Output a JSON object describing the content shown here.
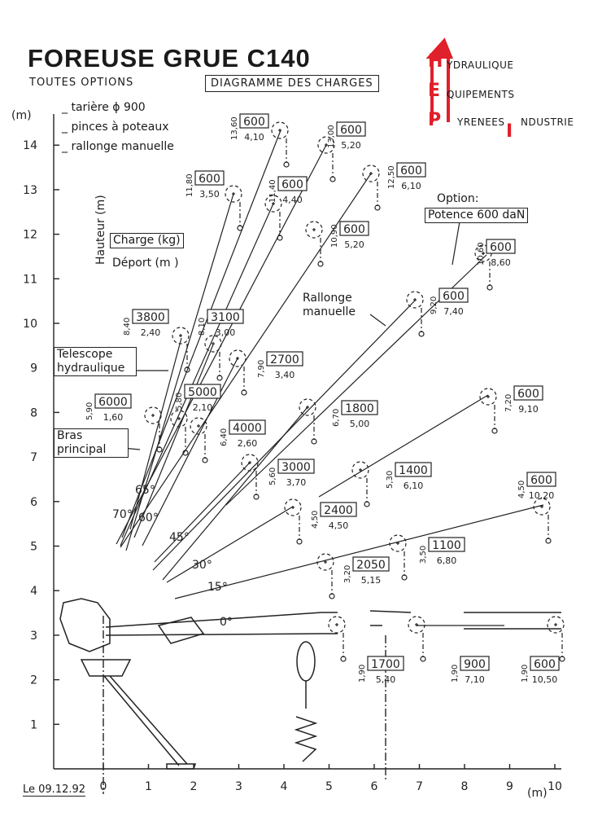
{
  "header": {
    "title": "FOREUSE GRUE C140",
    "subtitle": "TOUTES OPTIONS",
    "diagram_label": "DIAGRAMME DES CHARGES",
    "options": [
      "_ tarière ϕ 900",
      "_ pinces à poteaux",
      "_ rallonge manuelle"
    ]
  },
  "logo": {
    "letters": [
      "H",
      "E",
      "P",
      "I"
    ],
    "words": [
      "YDRAULIQUE",
      "QUIPEMENTS",
      "YRENEES",
      "NDUSTRIE"
    ],
    "color": "#e0202a"
  },
  "axes": {
    "y_unit": "(m)",
    "x_unit": "(m)",
    "y_ticks": [
      "1",
      "2",
      "3",
      "4",
      "5",
      "6",
      "7",
      "8",
      "9",
      "10",
      "11",
      "12",
      "13",
      "14"
    ],
    "x_ticks": [
      "0",
      "1",
      "2",
      "3",
      "4",
      "5",
      "6",
      "7",
      "8",
      "9",
      "10"
    ],
    "y_label": "Hauteur (m)"
  },
  "legend": {
    "charge": "Charge (kg)",
    "deport": "Déport (m )"
  },
  "callouts": {
    "telescope": "Telescope hydraulique",
    "bras": "Bras principal",
    "rallonge": "Rallonge manuelle",
    "option": "Option:",
    "potence": "Potence 600 daN"
  },
  "angles": [
    "70°",
    "65°",
    "60°",
    "45°",
    "30°",
    "15°",
    "0°"
  ],
  "load_points": [
    {
      "height": "13,60",
      "charge": "600",
      "deport": "4,10"
    },
    {
      "height": "13,00",
      "charge": "600",
      "deport": "5,20"
    },
    {
      "height": "11,80",
      "charge": "600",
      "deport": "3,50"
    },
    {
      "height": "11,40",
      "charge": "600",
      "deport": "4,40"
    },
    {
      "height": "12,50",
      "charge": "600",
      "deport": "6,10"
    },
    {
      "height": "10,90",
      "charge": "600",
      "deport": "5,20"
    },
    {
      "height": "10,60",
      "charge": "600",
      "deport": "8,60"
    },
    {
      "height": "9,20",
      "charge": "600",
      "deport": "7,40"
    },
    {
      "height": "8,40",
      "charge": "3800",
      "deport": "2,40"
    },
    {
      "height": "8,10",
      "charge": "3100",
      "deport": "3,00"
    },
    {
      "height": "7,90",
      "charge": "2700",
      "deport": "3,40"
    },
    {
      "height": "5,80",
      "charge": "5000",
      "deport": "2,10"
    },
    {
      "height": "5,90",
      "charge": "6000",
      "deport": "1,60"
    },
    {
      "height": "6,40",
      "charge": "4000",
      "deport": "2,60"
    },
    {
      "height": "6,70",
      "charge": "1800",
      "deport": "5,00"
    },
    {
      "height": "7,20",
      "charge": "600",
      "deport": "9,10"
    },
    {
      "height": "5,60",
      "charge": "3000",
      "deport": "3,70"
    },
    {
      "height": "5,30",
      "charge": "1400",
      "deport": "6,10"
    },
    {
      "height": "4,50",
      "charge": "2400",
      "deport": "4,50"
    },
    {
      "height": "4,50",
      "charge": "600",
      "deport": "10,20"
    },
    {
      "height": "3,50",
      "charge": "1100",
      "deport": "6,80"
    },
    {
      "height": "3,20",
      "charge": "2050",
      "deport": "5,15"
    },
    {
      "height": "1,90",
      "charge": "1700",
      "deport": "5,40"
    },
    {
      "height": "1,90",
      "charge": "900",
      "deport": "7,10"
    },
    {
      "height": "1,90",
      "charge": "600",
      "deport": "10,50"
    }
  ],
  "date": "Le 09.12.92"
}
